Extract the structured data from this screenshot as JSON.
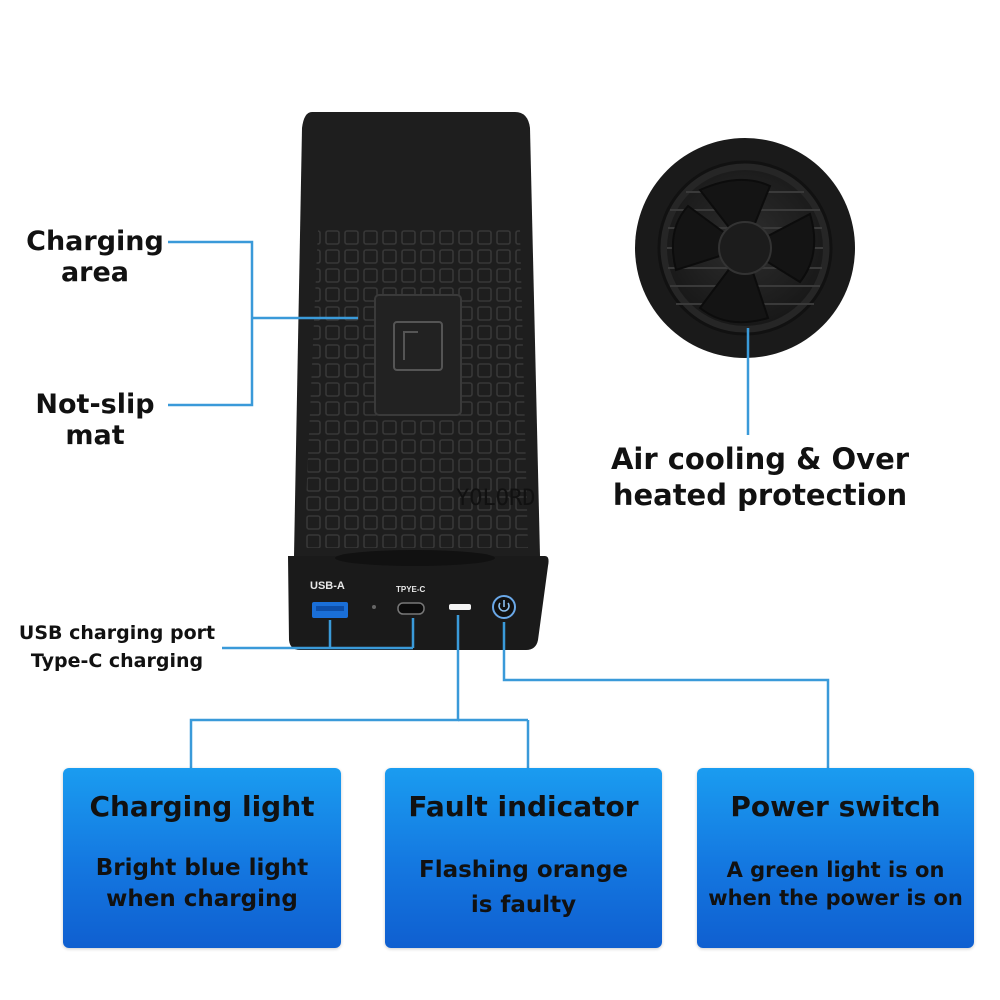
{
  "callouts": {
    "charging_area": "Charging\narea",
    "not_slip_mat": "Not-slip\nmat",
    "air_cooling": "Air cooling & Over\nheated protection",
    "usb_port": "USB charging port",
    "type_c": "Type-C charging"
  },
  "device": {
    "brand": "YOLORD",
    "usb_a_label": "USB-A",
    "type_c_label": "TPYE-C"
  },
  "cards": [
    {
      "title": "Charging light",
      "desc": "Bright blue light\nwhen charging"
    },
    {
      "title": "Fault indicator",
      "desc": "Flashing orange\nis faulty"
    },
    {
      "title": "Power switch",
      "desc": "A green light is on\nwhen the power is on"
    }
  ],
  "colors": {
    "leader_line": "#3a9ad9",
    "card_blue": "#1477e0",
    "device_black": "#1c1c1c"
  }
}
